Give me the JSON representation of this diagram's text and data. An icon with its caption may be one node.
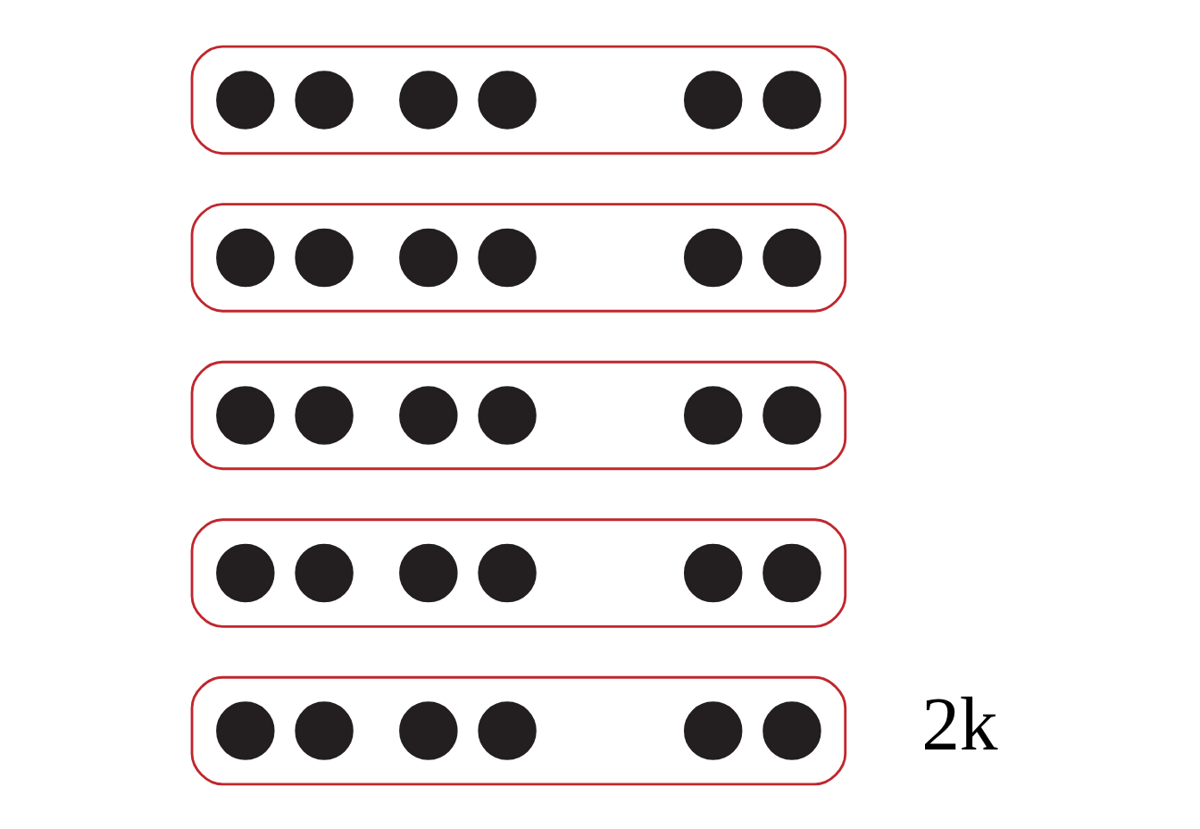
{
  "diagram": {
    "nodes": [
      {
        "text": [],
        "shape": "box"
      },
      {
        "text": [],
        "shape": "box"
      },
      {
        "text": [],
        "shape": "box"
      },
      {
        "text": [],
        "shape": "box"
      },
      {
        "text": [],
        "shape": "box"
      },
      {
        "text": [],
        "shape": "circle",
        "in": 0
      },
      {
        "text": [],
        "shape": "circle",
        "in": 0
      },
      {
        "text": [],
        "shape": "circle",
        "in": 0
      },
      {
        "text": [],
        "shape": "circle",
        "in": 0
      },
      {
        "text": [],
        "shape": "circle",
        "in": 0
      },
      {
        "text": [],
        "shape": "circle",
        "in": 0
      },
      {
        "text": [],
        "shape": "circle",
        "in": 1
      },
      {
        "text": [],
        "shape": "circle",
        "in": 1
      },
      {
        "text": [],
        "shape": "circle",
        "in": 1
      },
      {
        "text": [],
        "shape": "circle",
        "in": 1
      },
      {
        "text": [],
        "shape": "circle",
        "in": 1
      },
      {
        "text": [],
        "shape": "circle",
        "in": 1
      },
      {
        "text": [],
        "shape": "circle",
        "in": 2
      },
      {
        "text": [],
        "shape": "circle",
        "in": 2
      },
      {
        "text": [],
        "shape": "circle",
        "in": 2
      },
      {
        "text": [],
        "shape": "circle",
        "in": 2
      },
      {
        "text": [],
        "shape": "circle",
        "in": 2
      },
      {
        "text": [],
        "shape": "circle",
        "in": 2
      },
      {
        "text": [],
        "shape": "circle",
        "in": 3
      },
      {
        "text": [],
        "shape": "circle",
        "in": 3
      },
      {
        "text": [],
        "shape": "circle",
        "in": 3
      },
      {
        "text": [],
        "shape": "circle",
        "in": 3
      },
      {
        "text": [],
        "shape": "circle",
        "in": 3
      },
      {
        "text": [],
        "shape": "circle",
        "in": 3
      },
      {
        "text": [],
        "shape": "circle",
        "in": 4
      },
      {
        "text": [],
        "shape": "circle",
        "in": 4
      },
      {
        "text": [],
        "shape": "circle",
        "in": 4
      },
      {
        "text": [],
        "shape": "circle",
        "in": 4
      },
      {
        "text": [],
        "shape": "circle",
        "in": 4
      },
      {
        "text": [],
        "shape": "circle",
        "in": 4
      }
    ],
    "labels": [
      "2k"
    ]
  }
}
